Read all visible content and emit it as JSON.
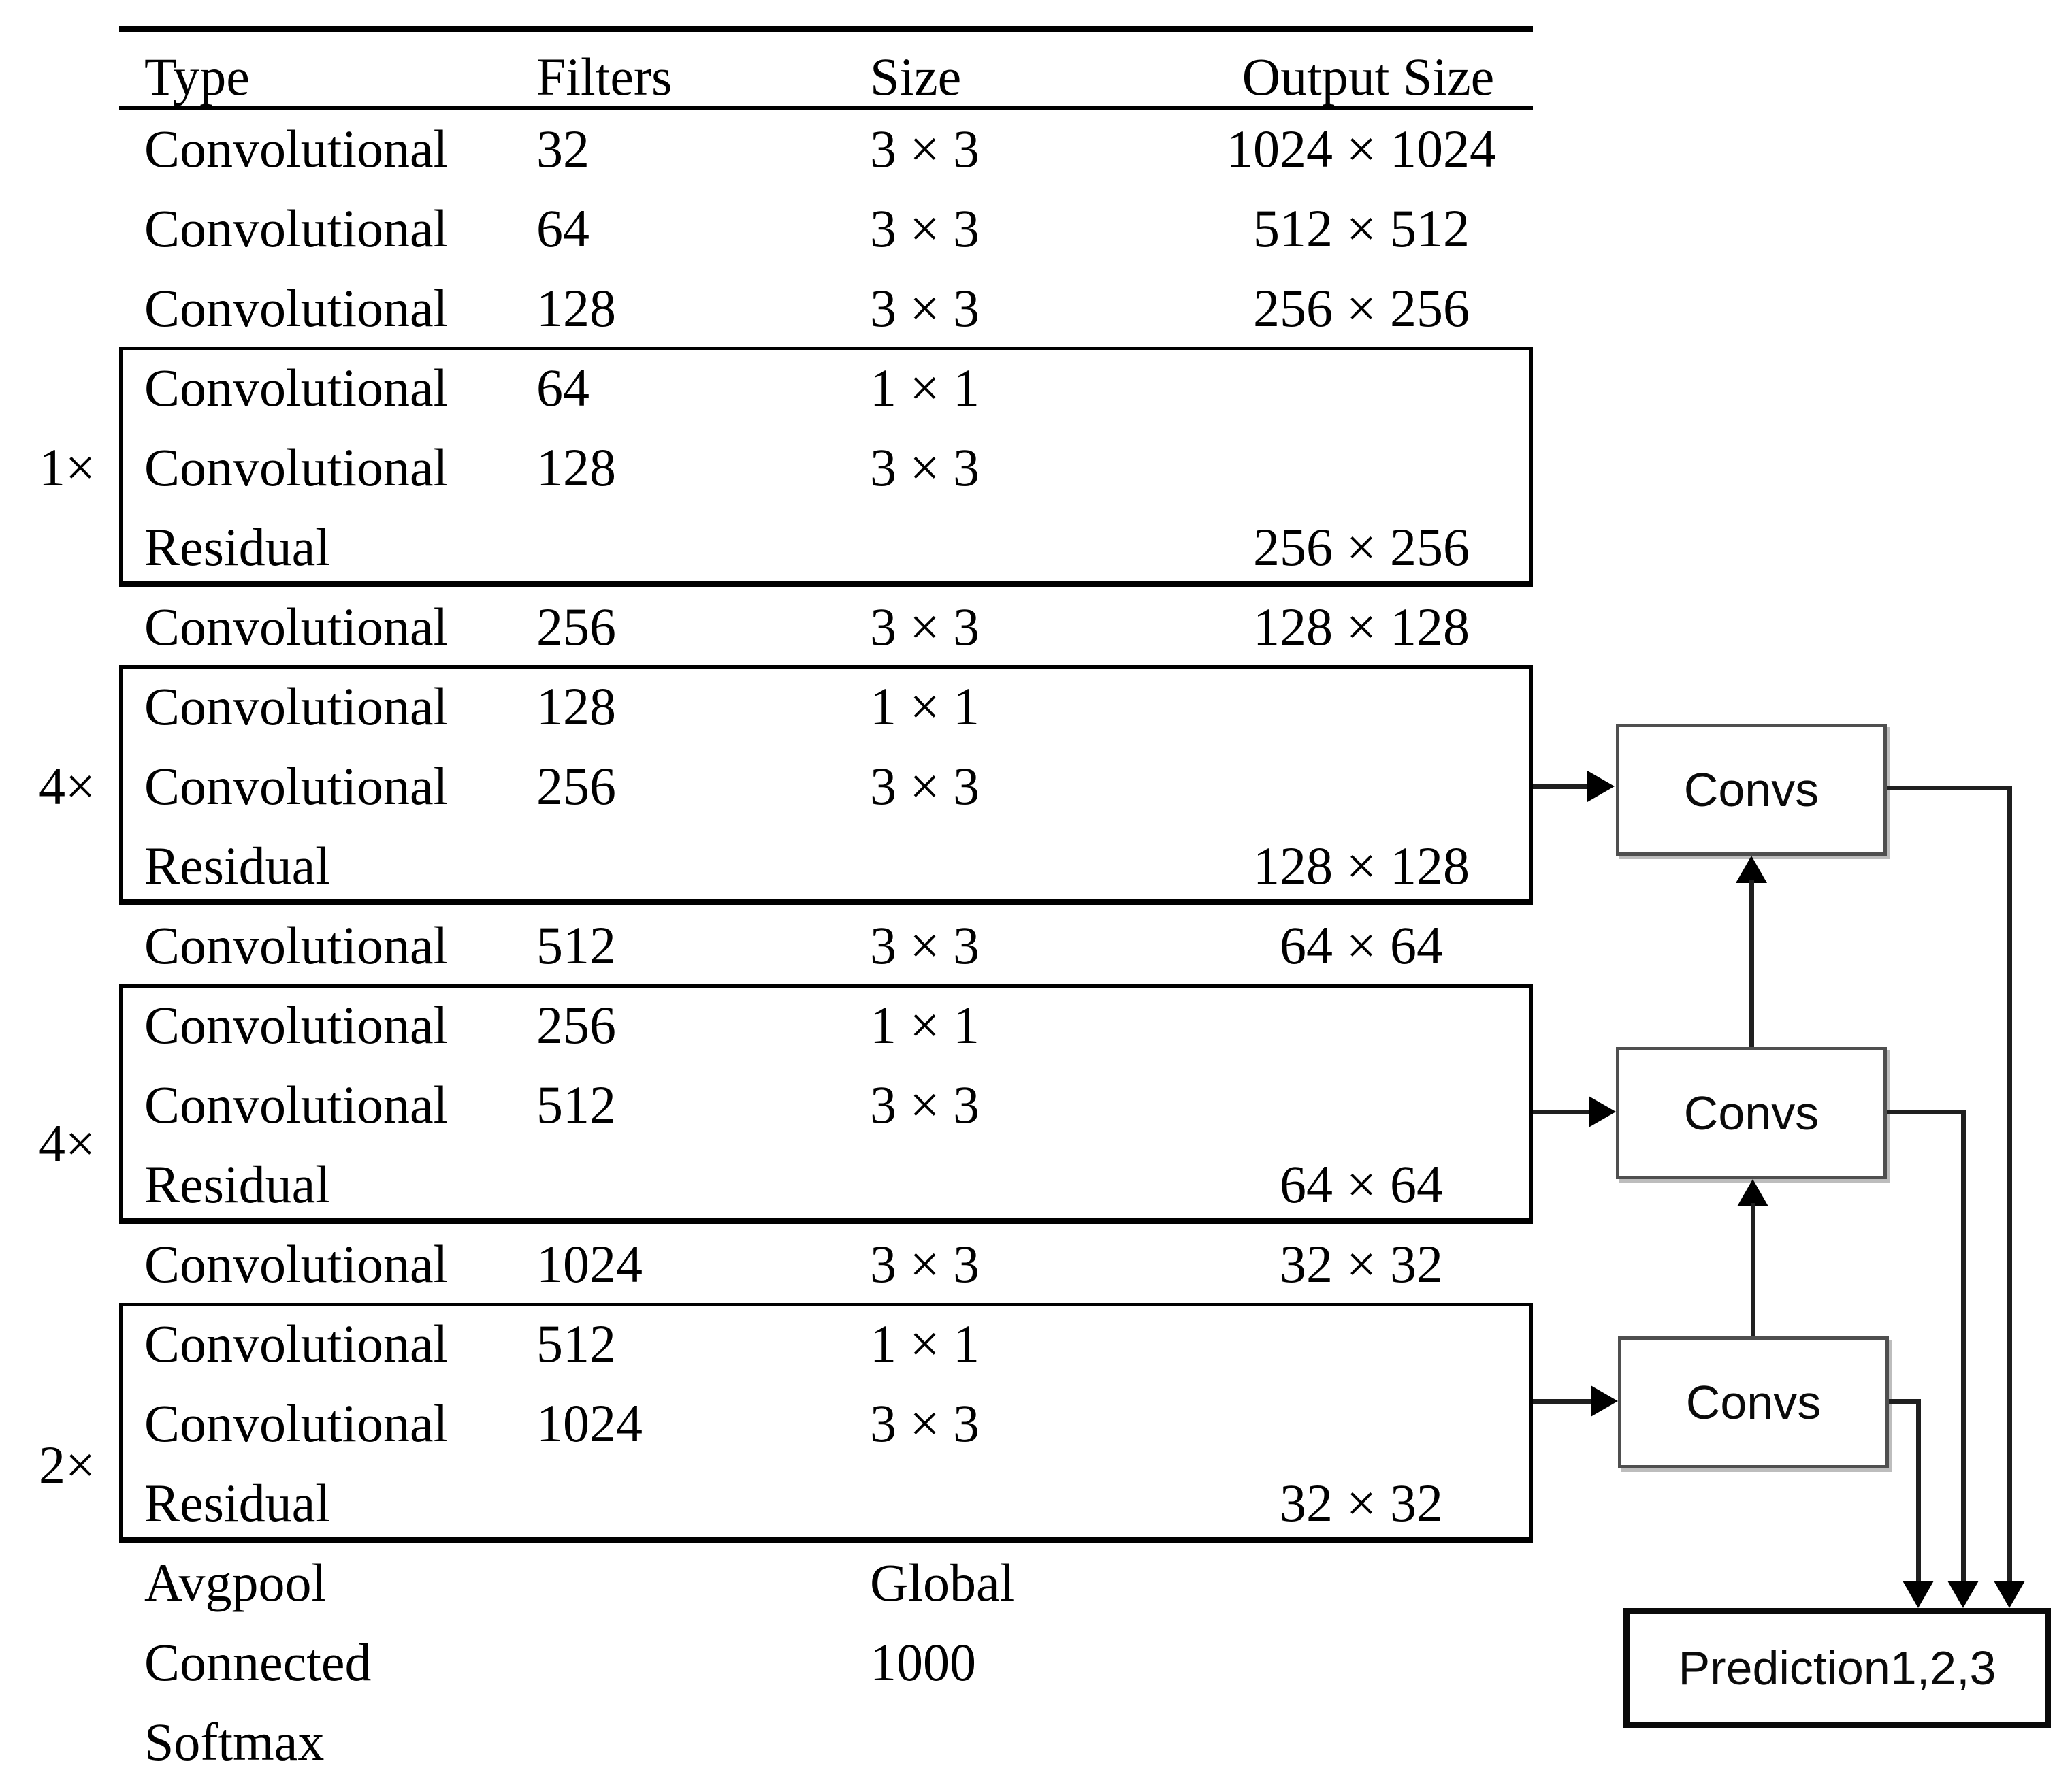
{
  "table": {
    "headers": {
      "type": "Type",
      "filters": "Filters",
      "size": "Size",
      "output": "Output Size"
    },
    "rows": [
      {
        "type": "Convolutional",
        "filters": "32",
        "size": "3 × 3",
        "output": {
          "left": "1024",
          "x": "×",
          "right": "1024"
        }
      },
      {
        "type": "Convolutional",
        "filters": "64",
        "size": "3 × 3",
        "output": {
          "left": "512",
          "x": "×",
          "right": "512"
        }
      },
      {
        "type": "Convolutional",
        "filters": "128",
        "size": "3 × 3",
        "output": {
          "left": "256",
          "x": "×",
          "right": "256"
        }
      },
      {
        "type": "Convolutional",
        "filters": "64",
        "size": "1 × 1"
      },
      {
        "type": "Convolutional",
        "filters": "128",
        "size": "3 × 3"
      },
      {
        "type": "Residual",
        "output": {
          "left": "256",
          "x": "×",
          "right": "256"
        }
      },
      {
        "type": "Convolutional",
        "filters": "256",
        "size": "3 × 3",
        "output": {
          "left": "128",
          "x": "×",
          "right": "128"
        }
      },
      {
        "type": "Convolutional",
        "filters": "128",
        "size": "1 × 1"
      },
      {
        "type": "Convolutional",
        "filters": "256",
        "size": "3 × 3"
      },
      {
        "type": "Residual",
        "output": {
          "left": "128",
          "x": "×",
          "right": "128"
        }
      },
      {
        "type": "Convolutional",
        "filters": "512",
        "size": "3 × 3",
        "output": {
          "left": "64",
          "x": "×",
          "right": "64"
        }
      },
      {
        "type": "Convolutional",
        "filters": "256",
        "size": "1 × 1"
      },
      {
        "type": "Convolutional",
        "filters": "512",
        "size": "3 × 3"
      },
      {
        "type": "Residual",
        "output": {
          "left": "64",
          "x": "×",
          "right": "64"
        }
      },
      {
        "type": "Convolutional",
        "filters": "1024",
        "size": "3 × 3",
        "output": {
          "left": "32",
          "x": "×",
          "right": "32"
        }
      },
      {
        "type": "Convolutional",
        "filters": "512",
        "size": "1 × 1"
      },
      {
        "type": "Convolutional",
        "filters": "1024",
        "size": "3 × 3"
      },
      {
        "type": "Residual",
        "output": {
          "left": "32",
          "x": "×",
          "right": "32"
        }
      },
      {
        "type": "Avgpool",
        "size": "Global"
      },
      {
        "type": "Connected",
        "size": "1000"
      },
      {
        "type": "Softmax"
      }
    ],
    "repeat_labels": [
      "1×",
      "4×",
      "4×",
      "2×"
    ]
  },
  "diagram": {
    "convs_boxes": [
      "Convs",
      "Convs",
      "Convs"
    ],
    "prediction_label": "Prediction1,2,3"
  },
  "colors": {
    "ink": "#000000",
    "line": "#1f1f1f",
    "convs_border": "#4f4f4f",
    "prediction_border": "#0a0a0a",
    "background": "#ffffff"
  }
}
